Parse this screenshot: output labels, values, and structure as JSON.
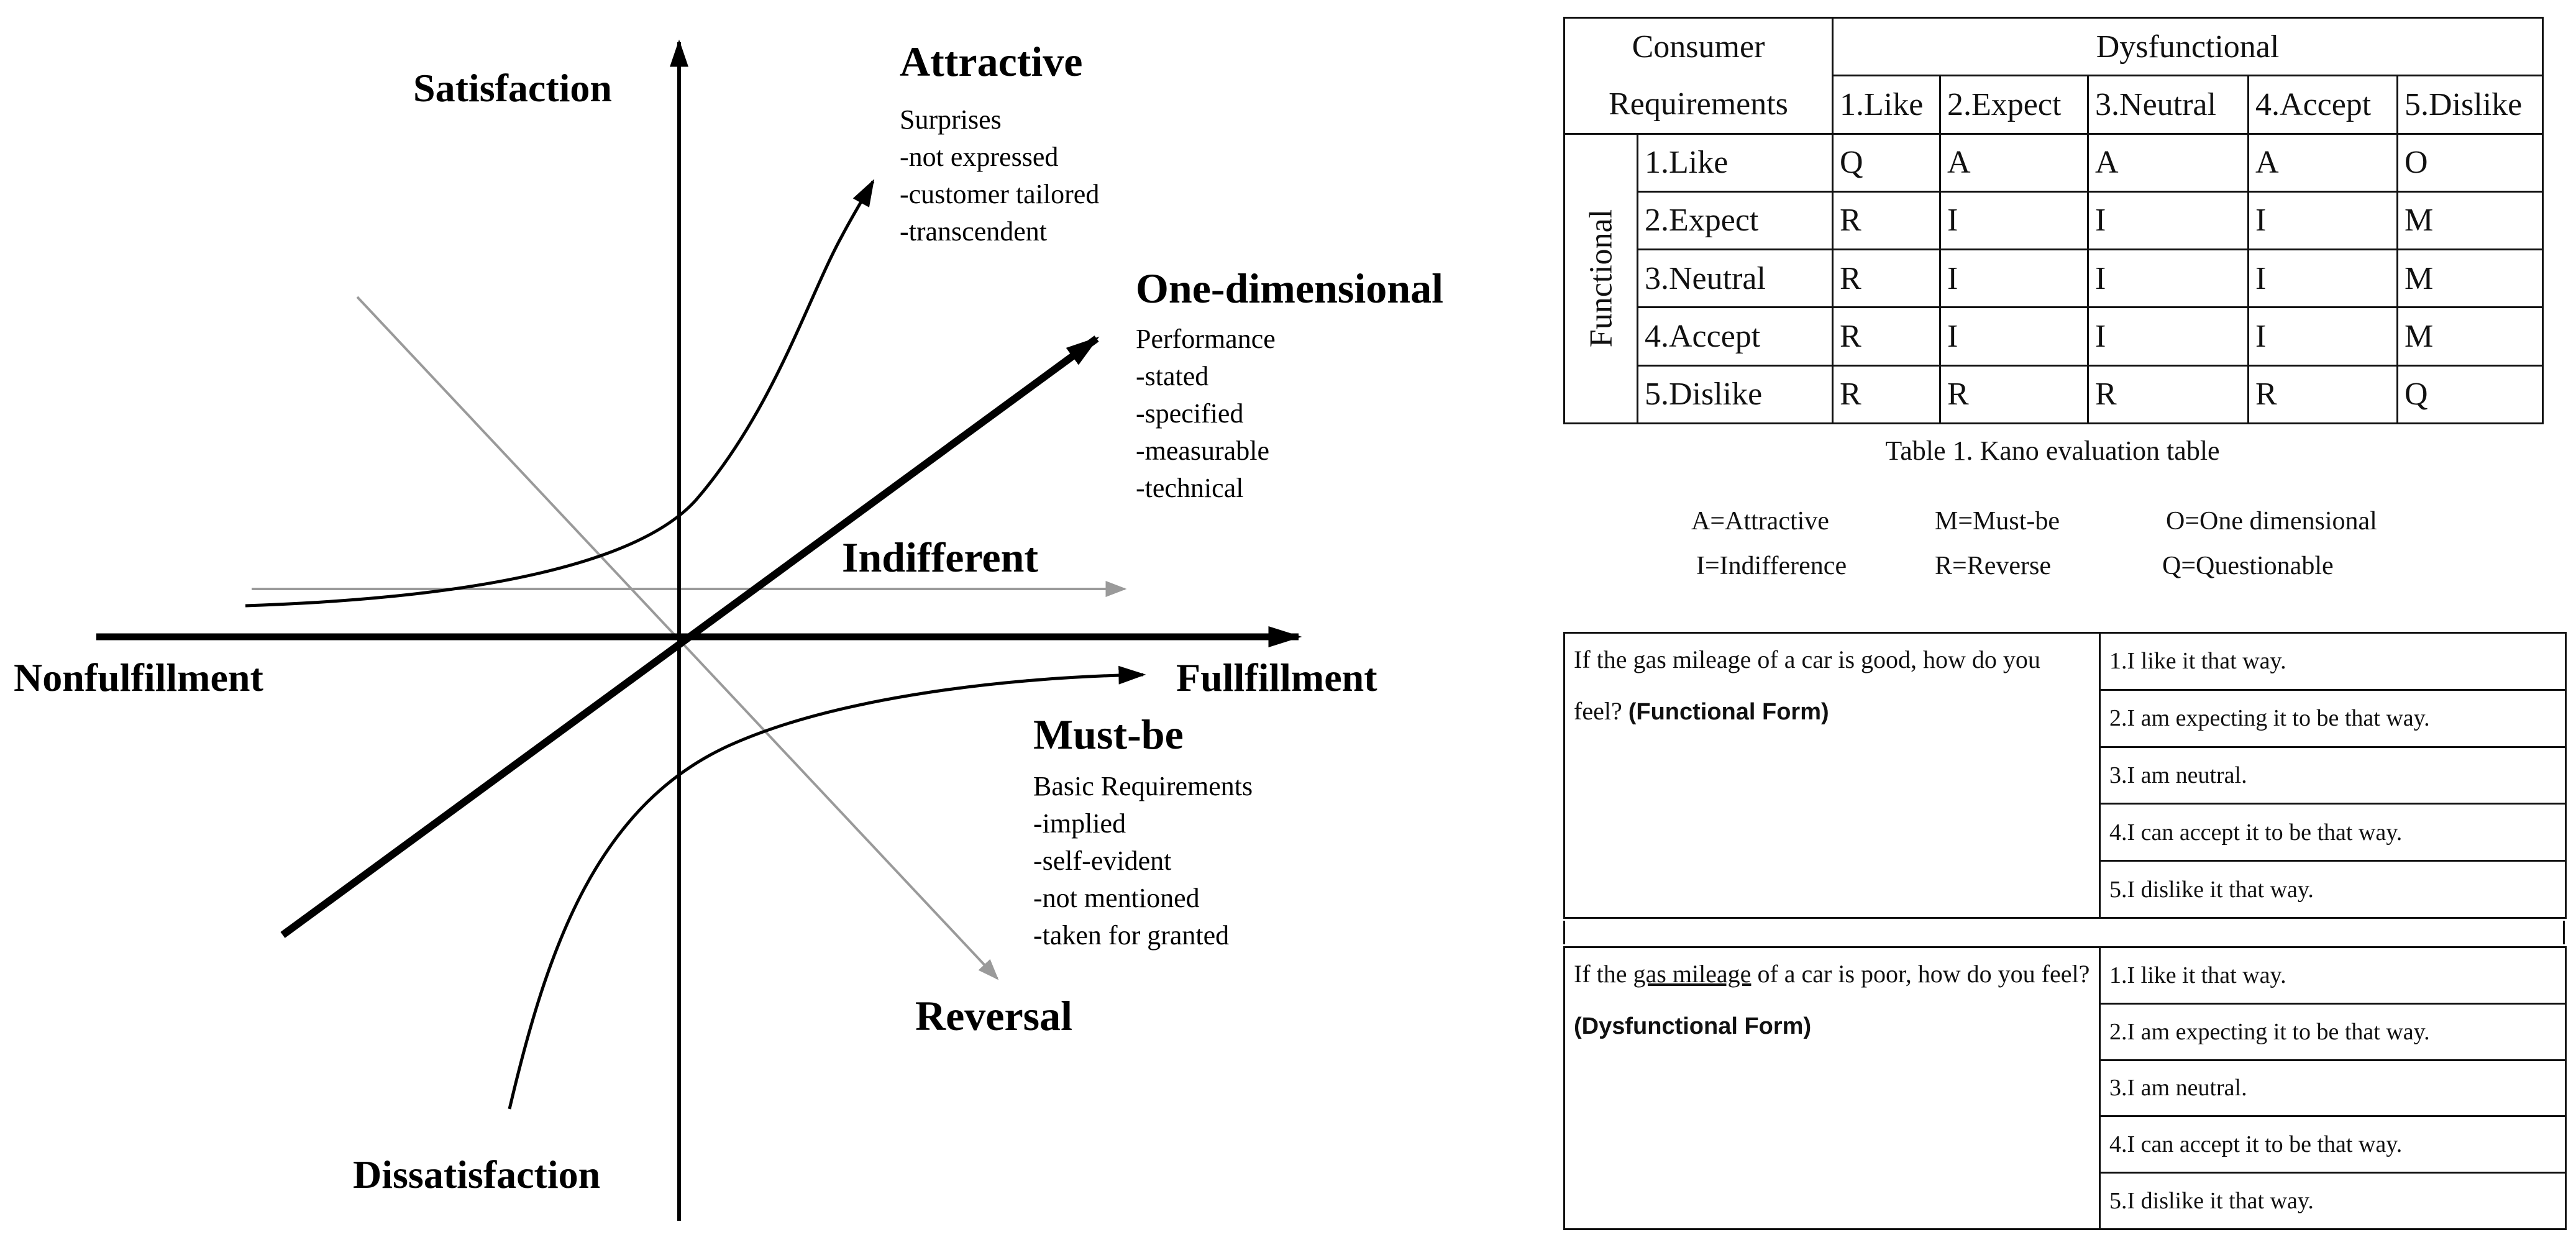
{
  "diagram": {
    "axes": {
      "y_top": "Satisfaction",
      "y_bottom": "Dissatisfaction",
      "x_left": "Nonfulfillment",
      "x_right": "Fullfillment"
    },
    "attractive": {
      "title": "Attractive",
      "lines": [
        "Surprises",
        "-not expressed",
        "-customer tailored",
        "-transcendent"
      ]
    },
    "one_dimensional": {
      "title": "One-dimensional",
      "lines": [
        "Performance",
        "-stated",
        "-specified",
        "-measurable",
        "-technical"
      ]
    },
    "indifferent": {
      "title": "Indifferent"
    },
    "must_be": {
      "title": "Must-be",
      "lines": [
        "Basic Requirements",
        "-implied",
        "-self-evident",
        "-not mentioned",
        "-taken for granted"
      ]
    },
    "reversal": {
      "title": "Reversal"
    }
  },
  "kano_table": {
    "corner_line1": "Consumer",
    "corner_line2": "Requirements",
    "dysfunctional_header": "Dysfunctional",
    "functional_header": "Functional",
    "columns": [
      "1.Like",
      "2.Expect",
      "3.Neutral",
      "4.Accept",
      "5.Dislike"
    ],
    "rows": [
      {
        "label": "1.Like",
        "cells": [
          "Q",
          "A",
          "A",
          "A",
          "O"
        ]
      },
      {
        "label": "2.Expect",
        "cells": [
          "R",
          "I",
          "I",
          "I",
          "M"
        ]
      },
      {
        "label": "3.Neutral",
        "cells": [
          "R",
          "I",
          "I",
          "I",
          "M"
        ]
      },
      {
        "label": "4.Accept",
        "cells": [
          "R",
          "I",
          "I",
          "I",
          "M"
        ]
      },
      {
        "label": "5.Dislike",
        "cells": [
          "R",
          "R",
          "R",
          "R",
          "Q"
        ]
      }
    ],
    "caption": "Table 1. Kano evaluation table"
  },
  "legend": {
    "items": [
      "A=Attractive",
      "M=Must-be",
      "O=One dimensional",
      "I=Indifference",
      "R=Reverse",
      "Q=Questionable"
    ]
  },
  "questionnaire": {
    "functional": {
      "question": "If the gas mileage of a car is good, how do you feel?",
      "form_label": "(Functional Form)",
      "options": [
        "1.I like it that way.",
        "2.I am expecting it to be that way.",
        "3.I am neutral.",
        "4.I can accept it to be that way.",
        "5.I dislike it that way."
      ]
    },
    "dysfunctional": {
      "question_pre": "If the",
      "question_underlined": "gas mileage",
      "question_post": "of a car is poor, how do you feel?",
      "form_label": "(Dysfunctional Form)",
      "options": [
        "1.I like it that way.",
        "2.I am expecting it to be that way.",
        "3.I am neutral.",
        "4.I can accept it to be that way.",
        "5.I dislike it that way."
      ]
    }
  }
}
